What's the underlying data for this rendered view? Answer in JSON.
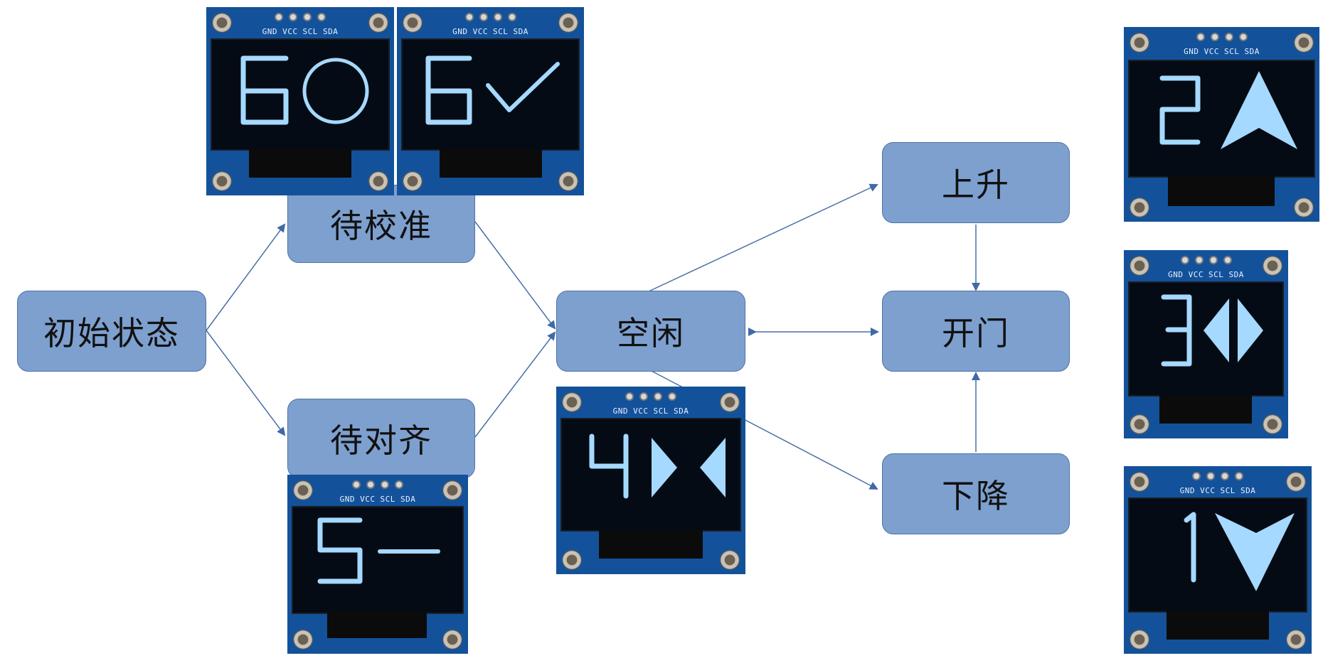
{
  "nodes": {
    "initial": "初始状态",
    "calibrate": "待校准",
    "align": "待对齐",
    "idle": "空闲",
    "up": "上升",
    "door": "开门",
    "down": "下降"
  },
  "oled_pin_label": "GND VCC SCL SDA",
  "displays": {
    "calibrate_a": {
      "digit": "6",
      "icon": "circle-icon"
    },
    "calibrate_b": {
      "digit": "6",
      "icon": "check-icon"
    },
    "align": {
      "digit": "5",
      "icon": "dash-icon"
    },
    "idle": {
      "digit": "4",
      "icon": "door-open-icon"
    },
    "up": {
      "digit": "2",
      "icon": "arrow-up-icon"
    },
    "door": {
      "digit": "3",
      "icon": "door-close-icon"
    },
    "down": {
      "digit": "1",
      "icon": "arrow-down-icon"
    }
  },
  "colors": {
    "node_fill": "#7da0cf",
    "node_border": "#4f72a6",
    "edge": "#4a6fa5",
    "pcb": "#13529a",
    "glyph": "#a5d9ff"
  }
}
